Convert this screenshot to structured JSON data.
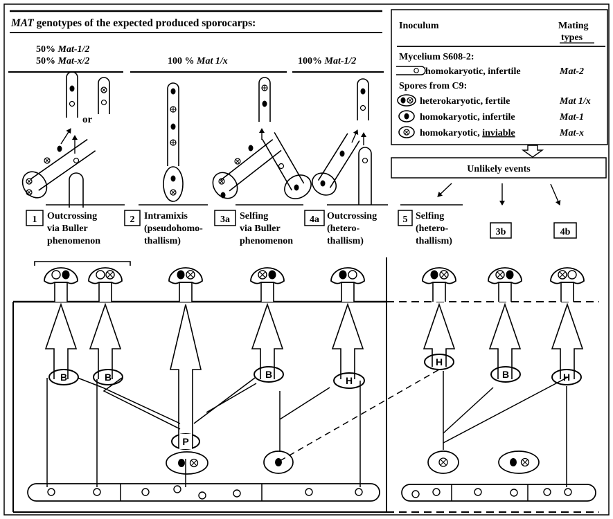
{
  "header": {
    "title_prefix": "MAT",
    "title_rest": " genotypes of the expected produced sporocarps:",
    "expected_1_pct": "50% ",
    "expected_1_gen": "Mat-1/2",
    "expected_2_pct": "50% ",
    "expected_2_gen": "Mat-x/2",
    "expected_3_pct": "100 % ",
    "expected_3_gen": "Mat 1/x",
    "expected_4_pct": "100% ",
    "expected_4_gen": "Mat-1/2",
    "or_label": "or"
  },
  "legend": {
    "inoculum_header": "Inoculum",
    "mating_header_1": "Mating",
    "mating_header_2": "types",
    "mycelium_label": "Mycelium S608-2:",
    "spores_label": "Spores from C9:",
    "rows": [
      {
        "text": "homokaryotic, infertile",
        "type": "Mat-2"
      },
      {
        "text": "heterokaryotic, fertile",
        "type": "Mat 1/x"
      },
      {
        "text": "homokaryotic, infertile",
        "type": "Mat-1"
      },
      {
        "text_pre": "homokaryotic, ",
        "text_under": "inviable",
        "type": "Mat-x"
      }
    ]
  },
  "unlikely_events": "Unlikely events",
  "scenarios": [
    {
      "num": "1",
      "line1": "Outcrossing",
      "line2": "via Buller",
      "line3": "phenomenon"
    },
    {
      "num": "2",
      "line1": "Intramixis",
      "line2": "(pseudohomo-",
      "line3": "thallism)"
    },
    {
      "num": "3a",
      "line1": "Selfing",
      "line2": "via Buller",
      "line3": "phenomenon"
    },
    {
      "num": "4a",
      "line1": "Outcrossing",
      "line2": "(hetero-",
      "line3": "thallism)"
    },
    {
      "num": "5",
      "line1": "Selfing",
      "line2": "(hetero-",
      "line3": "thallism)"
    },
    {
      "num": "3b"
    },
    {
      "num": "4b"
    }
  ],
  "event_letters": [
    "B",
    "B",
    "P",
    "B",
    "H",
    "H",
    "B",
    "H"
  ]
}
